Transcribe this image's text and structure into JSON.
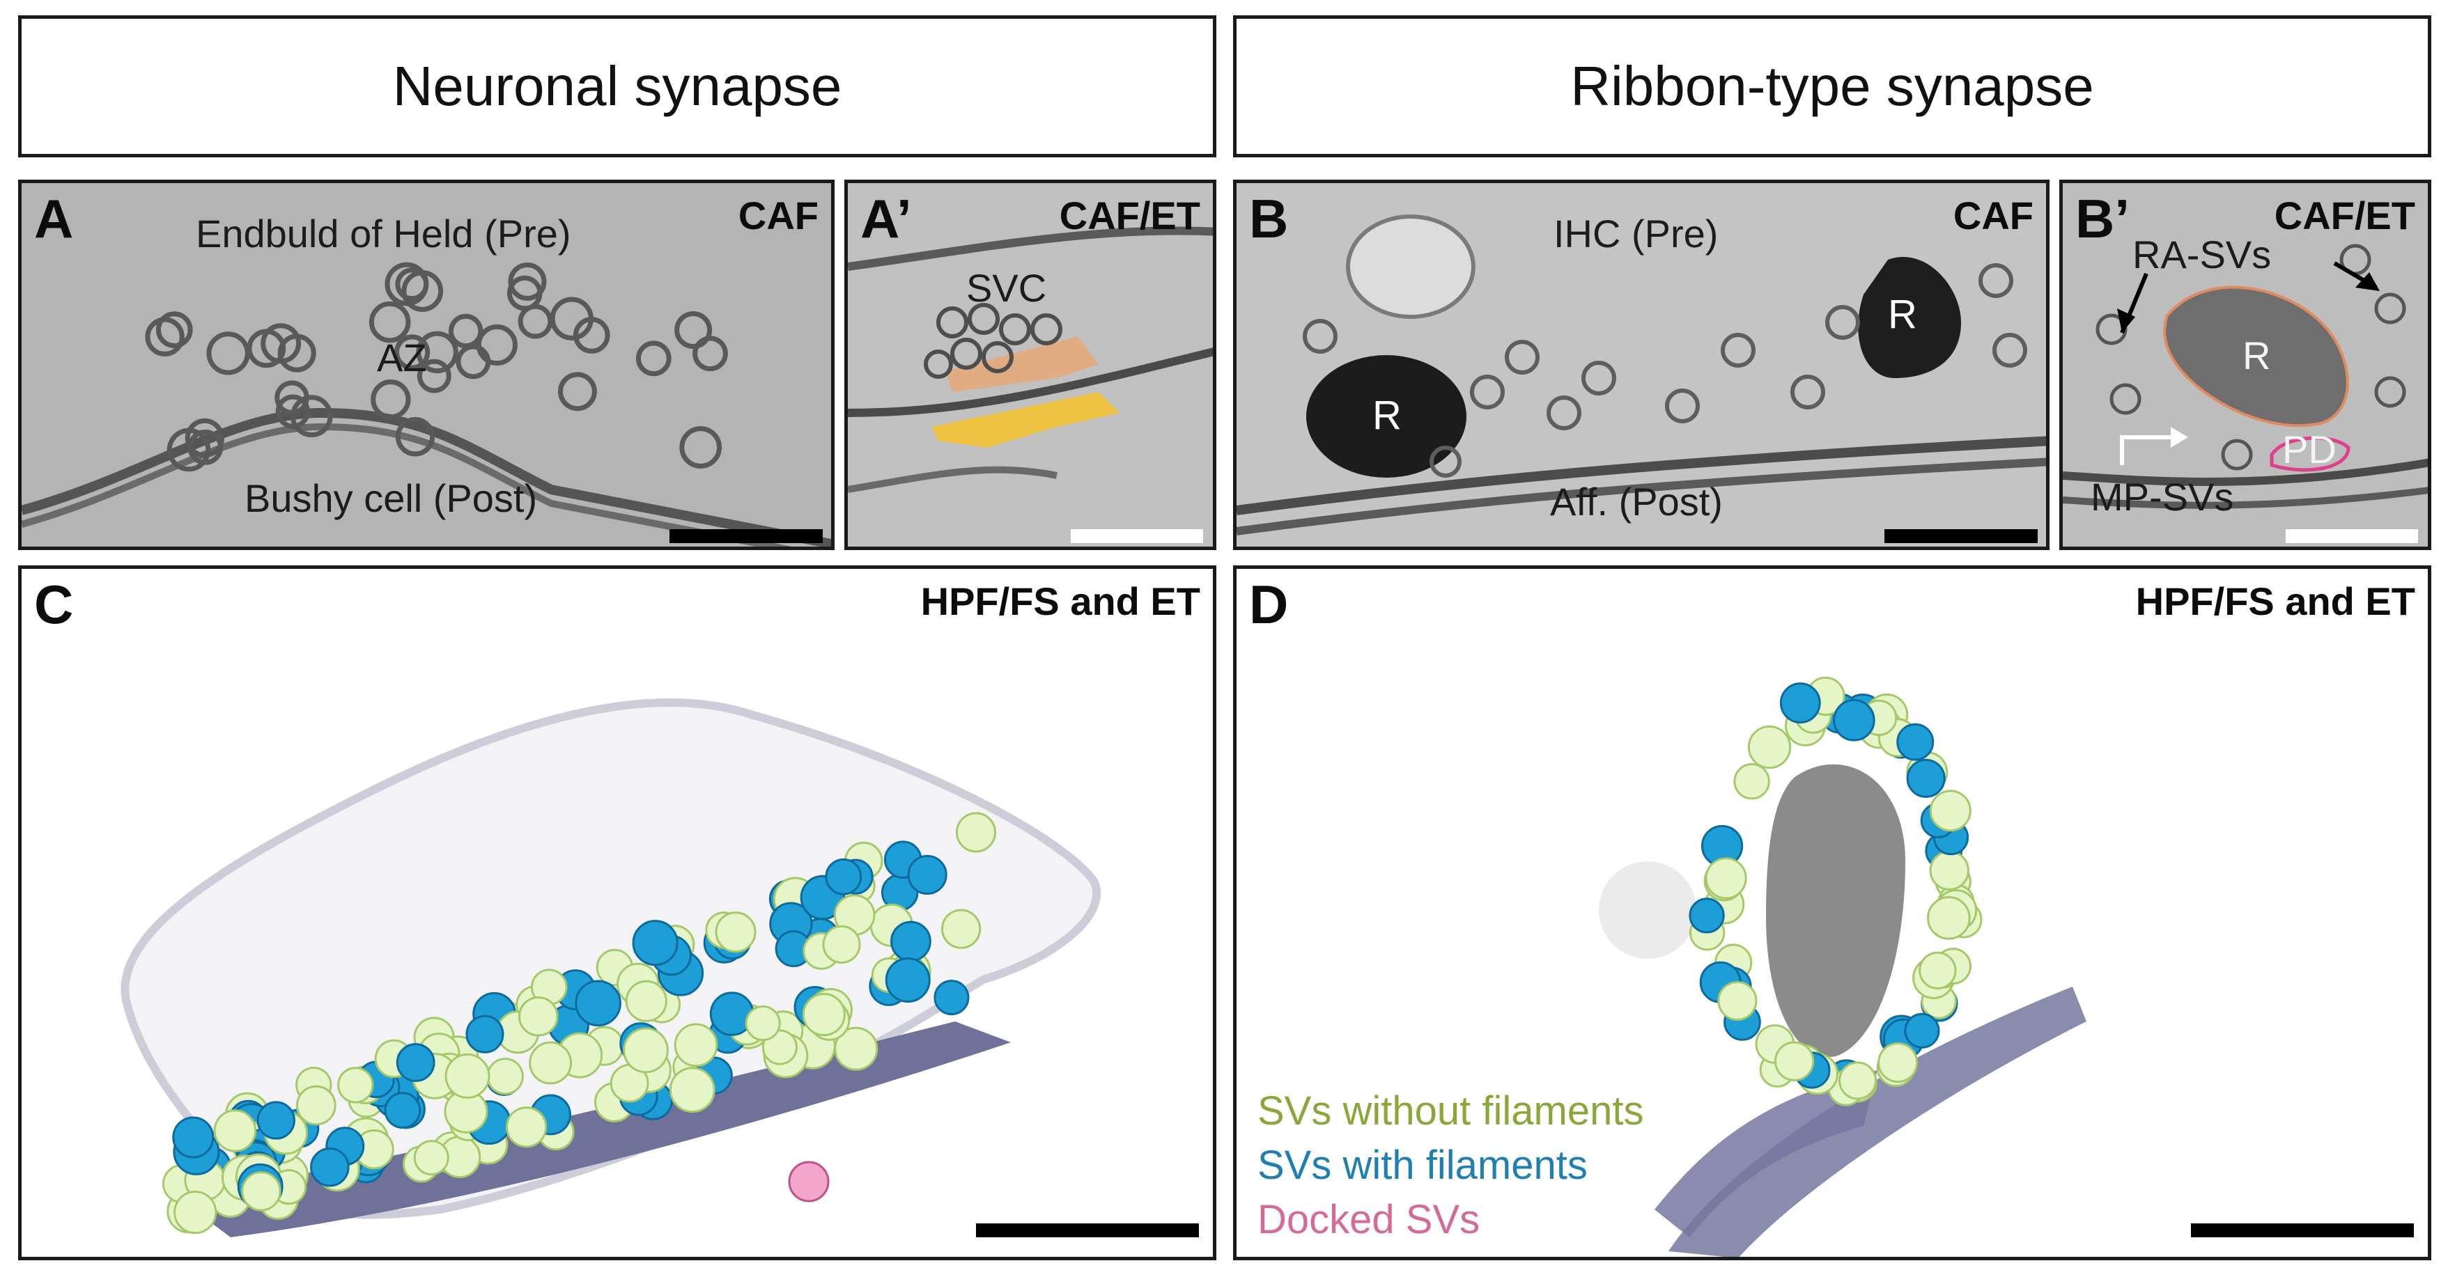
{
  "headers": {
    "left": "Neuronal synapse",
    "right": "Ribbon-type synapse"
  },
  "panels": {
    "A": {
      "label": "A",
      "method": "CAF",
      "pre": "Endbuld of Held (Pre)",
      "az": "AZ",
      "post": "Bushy cell (Post)"
    },
    "A2": {
      "label": "A’",
      "method": "CAF/ET",
      "svc": "SVC"
    },
    "B": {
      "label": "B",
      "method": "CAF",
      "pre": "IHC (Pre)",
      "ribbon": "R",
      "post": "Aff. (Post)"
    },
    "B2": {
      "label": "B’",
      "method": "CAF/ET",
      "ra": "RA-SVs",
      "ribbon": "R",
      "pd": "PD",
      "mp": "MP-SVs"
    },
    "C": {
      "label": "C",
      "method": "HPF/FS and ET"
    },
    "D": {
      "label": "D",
      "method": "HPF/FS and ET"
    }
  },
  "legend": {
    "items": [
      {
        "text": "SVs without filaments",
        "color": "#8aa83a"
      },
      {
        "text": "SVs with filaments",
        "color": "#1f7fb0"
      },
      {
        "text": "Docked SVs",
        "color": "#d46a9a"
      }
    ]
  },
  "colors": {
    "sv_plain": "#e6f5c8",
    "sv_filament": "#1e9ed6",
    "sv_docked": "#f2a6cc",
    "filament": "#e07818",
    "membrane": "#7e80a6",
    "ribbon": "#6c6c6c"
  }
}
